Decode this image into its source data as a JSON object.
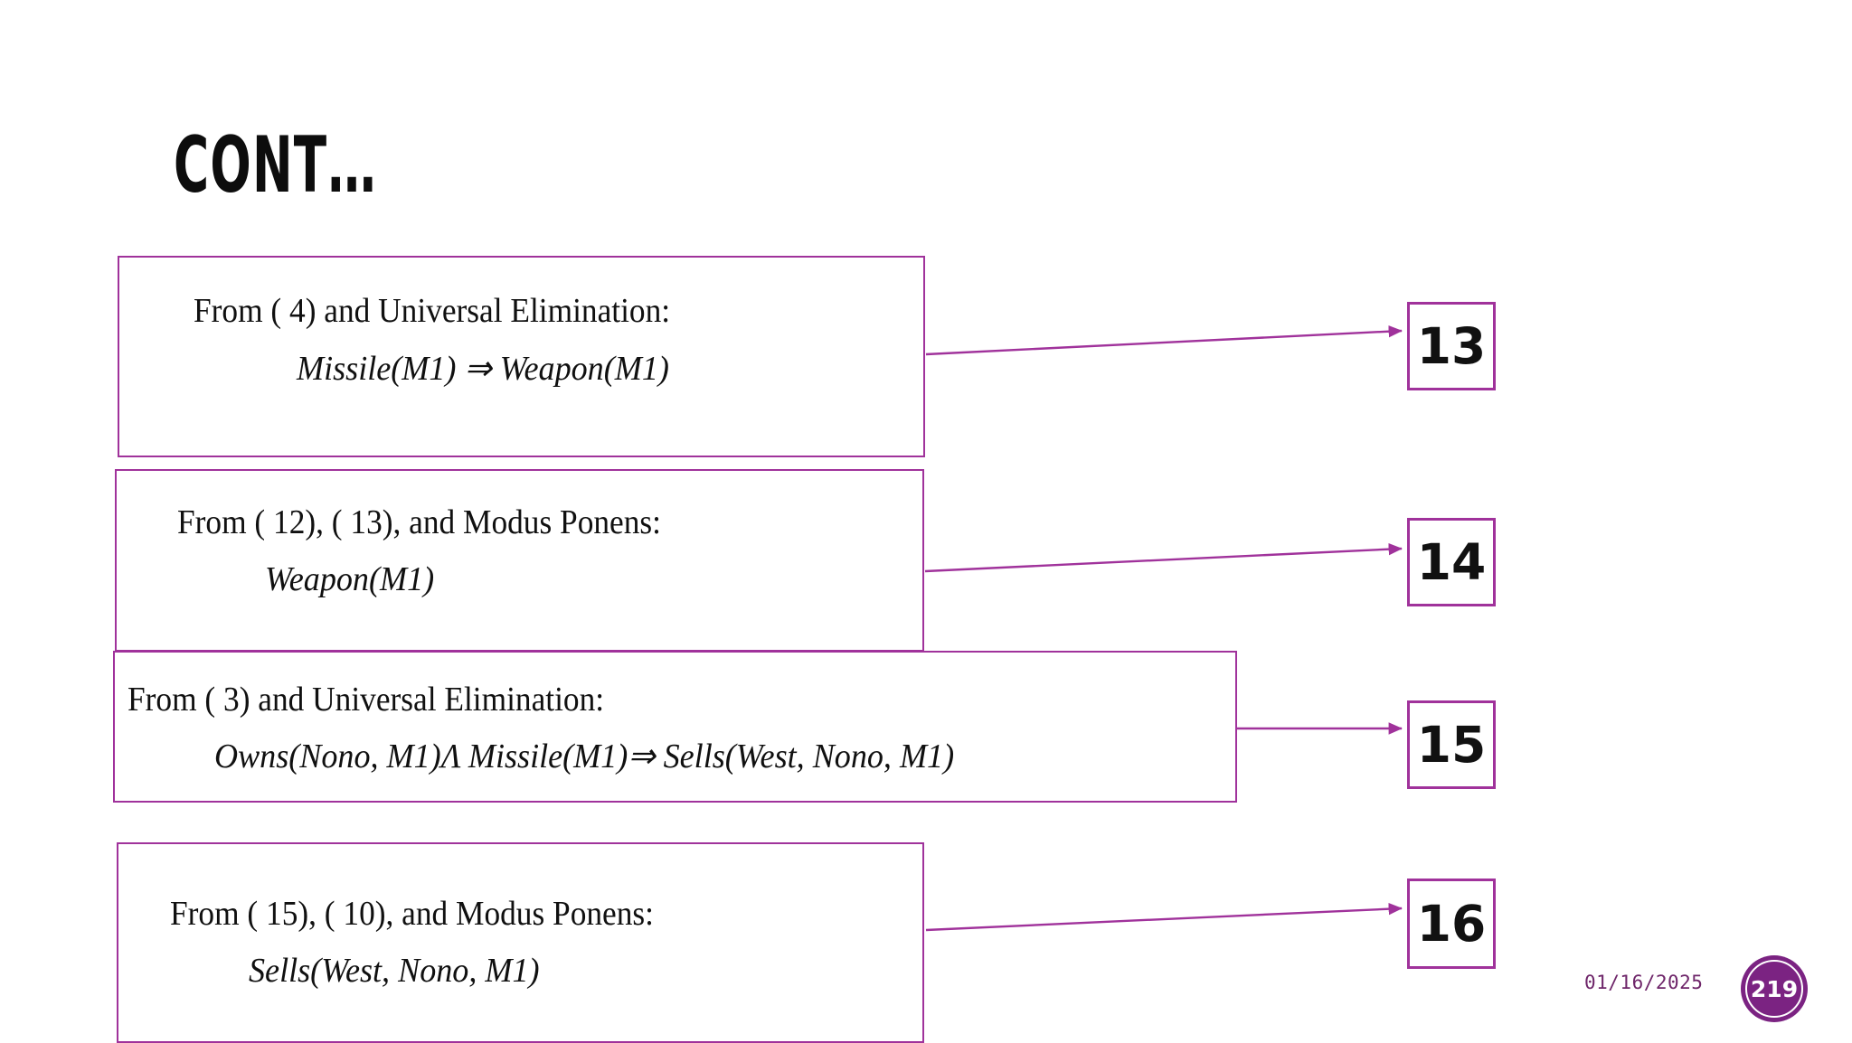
{
  "slide": {
    "title": "CONT…"
  },
  "boxes": [
    {
      "id": "box-1",
      "line1": "From (   4) and Universal Elimination:",
      "line2": "Missile(M1) ⇒   Weapon(M1)"
    },
    {
      "id": "box-2",
      "line1": "From (  12), (   13), and Modus Ponens:",
      "line2": "Weapon(M1)"
    },
    {
      "id": "box-3",
      "line1": "From (   3) and Universal Elimination:",
      "line2": "Owns(Nono, M1)Λ  Missile(M1)⇒ Sells(West, Nono, M1)"
    },
    {
      "id": "box-4",
      "line1": "From (   15), (   10), and Modus Ponens:",
      "line2": "Sells(West, Nono, M1)"
    }
  ],
  "callouts": [
    {
      "id": "callout-13",
      "number": "13"
    },
    {
      "id": "callout-14",
      "number": "14"
    },
    {
      "id": "callout-15",
      "number": "15"
    },
    {
      "id": "callout-16",
      "number": "16"
    }
  ],
  "footer": {
    "date": "01/16/2025",
    "page_number": "219"
  },
  "colors": {
    "box_border": "#A0329B",
    "arrow": "#A0329B",
    "badge_fill": "#7B2382",
    "date_text": "#6E2569",
    "body_text": "#101010"
  }
}
